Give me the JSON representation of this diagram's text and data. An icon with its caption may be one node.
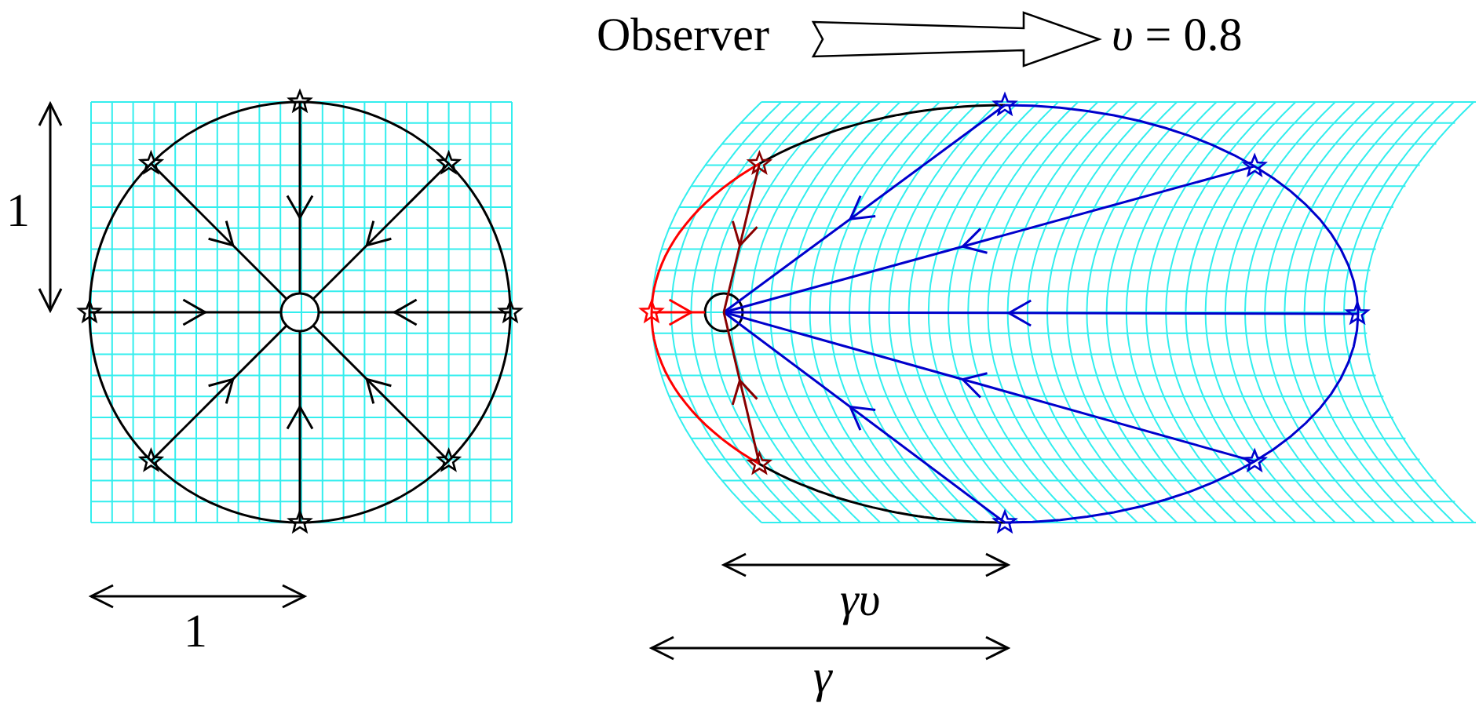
{
  "diagram": {
    "labels": [
      "Observer",
      "*υ* = 0.8",
      "1",
      "1",
      "γυ",
      "γ"
    ]
  }
}
